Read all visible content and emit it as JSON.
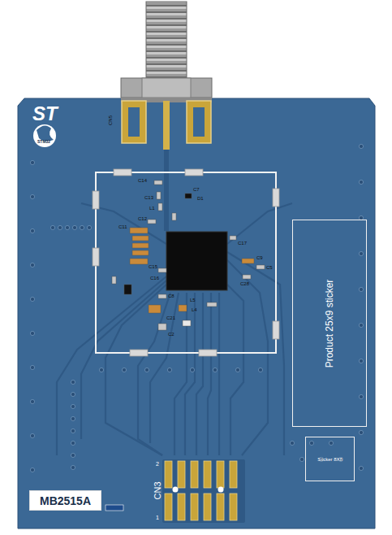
{
  "diagram": {
    "nodes": [
      {
        "text": [
          "Product 25x9 sticker"
        ]
      },
      {
        "text": [
          "Sticker 8X8"
        ]
      },
      {
        "text": [
          "MB2515A"
        ]
      }
    ],
    "labels": [
      "ST",
      "STM32",
      "CN5",
      "C14",
      "C7",
      "D1",
      "C13",
      "L1",
      "C12",
      "C11",
      "C15",
      "C16",
      "C8",
      "C21",
      "L5",
      "L4",
      "C2",
      "C17",
      "C9",
      "C5",
      "C28",
      "CN3",
      "2",
      "1"
    ]
  }
}
